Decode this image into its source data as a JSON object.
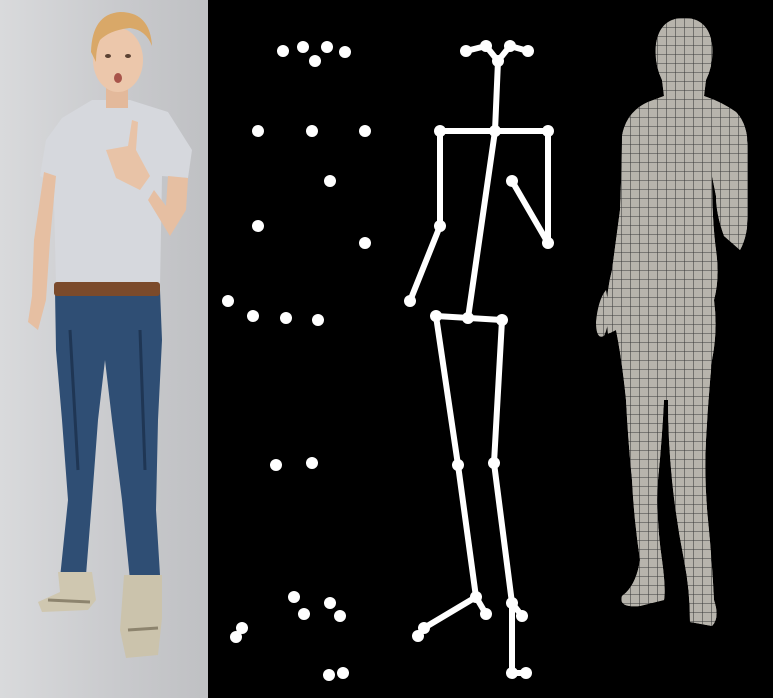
{
  "colors": {
    "backdrop": "#cfd0d3",
    "render_background": "#000000",
    "keypoint": "#ffffff",
    "skeleton": "#ffffff",
    "mesh_surface": "#b9b6ae",
    "mesh_lines": "#3a3a3a",
    "hair": "#d8a867",
    "skin": "#e8c2a6",
    "tshirt": "#d7d9de",
    "jeans": "#2e4d73",
    "belt": "#7a4a2c",
    "boots": "#c9c2ad"
  },
  "panels": [
    {
      "name": "photo",
      "content": "person-photo"
    },
    {
      "name": "keypoints",
      "content": "sparse-joint-dots"
    },
    {
      "name": "skeleton",
      "content": "stick-figure-skeleton"
    },
    {
      "name": "mesh",
      "content": "3d-body-mesh"
    }
  ]
}
